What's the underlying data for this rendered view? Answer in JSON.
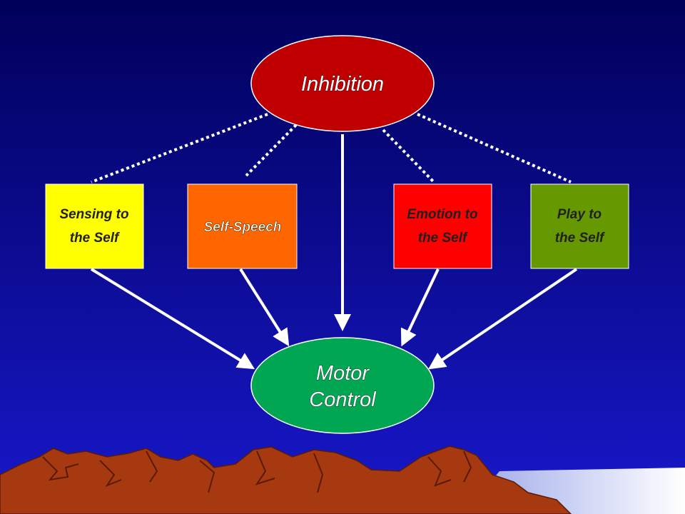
{
  "colors": {
    "background_top": "#00005a",
    "background_bottom": "#1515c8",
    "inhibition": "#c00000",
    "motor_control": "#00a651",
    "sensing": "#ffff00",
    "self_speech": "#ff6600",
    "emotion": "#ff0000",
    "play": "#669900",
    "mountains": "#a93a12",
    "lines": "#ffffff"
  },
  "inhibition": {
    "label": "Inhibition"
  },
  "motor_control": {
    "line1": "Motor",
    "line2": "Control"
  },
  "functions": [
    {
      "id": "sensing",
      "line1": "Sensing to",
      "line2": "the Self"
    },
    {
      "id": "self_speech",
      "line1": "Self-Speech",
      "line2": ""
    },
    {
      "id": "emotion",
      "line1": "Emotion to",
      "line2": "the Self"
    },
    {
      "id": "play",
      "line1": "Play to",
      "line2": "the Self"
    }
  ]
}
